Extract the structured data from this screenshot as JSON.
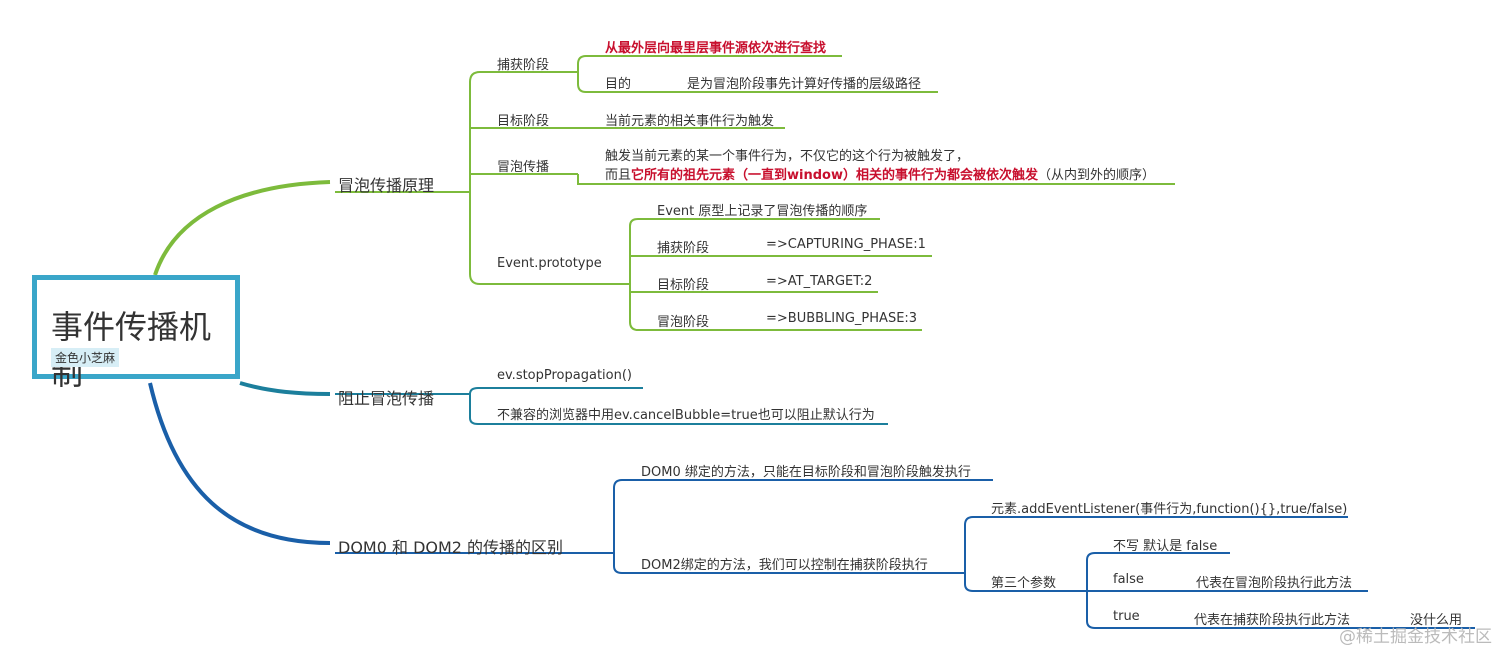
{
  "root": {
    "title": "事件传播机制",
    "tag": "金色小芝麻"
  },
  "branch1": {
    "label": "冒泡传播原理",
    "capture": {
      "label": "捕获阶段",
      "desc": "从最外层向最里层事件源依次进行查找",
      "sub_label": "目的",
      "sub_value": "是为冒泡阶段事先计算好传播的层级路径"
    },
    "target": {
      "label": "目标阶段",
      "desc": "当前元素的相关事件行为触发"
    },
    "bubble": {
      "label": "冒泡传播",
      "line1": "触发当前元素的某一个事件行为，不仅它的这个行为被触发了，",
      "line2_a": "而且",
      "line2_b": "它所有的祖先元素（一直到window）相关的事件行为都会被依次触发",
      "line2_c": "（从内到外的顺序）"
    },
    "proto": {
      "label": "Event.prototype",
      "note": "Event 原型上记录了冒泡传播的顺序",
      "rows": [
        {
          "name": "捕获阶段",
          "value": "=>CAPTURING_PHASE:1"
        },
        {
          "name": "目标阶段",
          "value": "=>AT_TARGET:2"
        },
        {
          "name": "冒泡阶段",
          "value": "=>BUBBLING_PHASE:3"
        }
      ]
    }
  },
  "branch2": {
    "label": "阻止冒泡传播",
    "item1": "ev.stopPropagation()",
    "item2": "不兼容的浏览器中用ev.cancelBubble=true也可以阻止默认行为"
  },
  "branch3": {
    "label": "DOM0 和 DOM2 的传播的区别",
    "dom0": "DOM0 绑定的方法，只能在目标阶段和冒泡阶段触发执行",
    "dom2": "DOM2绑定的方法，我们可以控制在捕获阶段执行",
    "listener": "元素.addEventListener(事件行为,function(){},true/false)",
    "third": "第三个参数",
    "opt_default": "不写 默认是 false",
    "opt_false": "false",
    "opt_false_desc": "代表在冒泡阶段执行此方法",
    "opt_true": "true",
    "opt_true_desc": "代表在捕获阶段执行此方法",
    "opt_true_note": "没什么用"
  },
  "watermark": "@稀土掘金技术社区",
  "colors": {
    "green": "#7dbb3c",
    "teal": "#1c7f9c",
    "blue": "#1a5fa8",
    "root_border": "#3aa6c9",
    "red": "#c8102e"
  }
}
